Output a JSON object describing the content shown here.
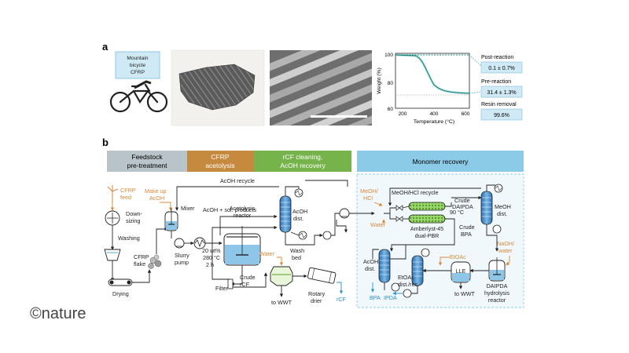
{
  "panel_a": {
    "label": "a",
    "bike_box": [
      "Mountain",
      "bicycle",
      "CFRP"
    ],
    "tga": {
      "ylabel": "Weight (%)",
      "xlabel": "Temperature (°C)",
      "x_ticks": [
        "200",
        "400",
        "600"
      ],
      "y_ticks": [
        "100",
        "80",
        "60"
      ],
      "post_reaction": {
        "label": "Post-reaction",
        "value": "0.1 ± 0.7%"
      },
      "pre_reaction": {
        "label": "Pre-reaction",
        "value": "31.4 ± 1.3%"
      },
      "resin_removal": {
        "label": "Resin removal",
        "value": "99.6%"
      }
    }
  },
  "panel_b": {
    "label": "b",
    "stages": [
      {
        "lines": [
          "Feedstock",
          "pre-treatment"
        ],
        "color": "#b8c4c9"
      },
      {
        "lines": [
          "CFRP",
          "acetolysis"
        ],
        "color": "#c58a3e"
      },
      {
        "lines": [
          "rCF cleaning,",
          "AcOH recovery"
        ],
        "color": "#76b34a"
      },
      {
        "lines": [
          "Monomer recovery"
        ],
        "color": "#8ccbe8"
      }
    ],
    "labels": {
      "cfrp_feed": [
        "CFRP",
        "feed"
      ],
      "make_up": [
        "Make up",
        "AcOH"
      ],
      "acoh_recycle": "AcOH recycle",
      "acoh_sol": "AcOH + sol. products",
      "mixer": "Mixer",
      "downsizing": [
        "Down-",
        "sizing"
      ],
      "washing": "Washing",
      "cfrp_flake": [
        "CFRP",
        "flake"
      ],
      "drying": "Drying",
      "slurry_pump": [
        "Slurry",
        "pump"
      ],
      "reactor": [
        "Acetolysis",
        "reactor"
      ],
      "conditions": [
        "20 wt%",
        "280 °C",
        "2 h"
      ],
      "filter": "Filter",
      "crude_rcf": [
        "Crude",
        "rCF"
      ],
      "water_wash": "Water",
      "wash_bed": [
        "Wash",
        "bed"
      ],
      "to_wwt_1": "to WWT",
      "rotary_drier": [
        "Rotary",
        "drier"
      ],
      "rcf": "rCF",
      "acoh_dist_1": [
        "AcOH",
        "dist."
      ],
      "meoh_hcl_in": [
        "MeOH/",
        "HCl"
      ],
      "meoh_hcl_recycle": "MeOH/HCl recycle",
      "crude_daipda": [
        "Crude",
        "DAIPDA"
      ],
      "temp_90": "90 °C",
      "water_in": "Water",
      "amberlyst": [
        "Amberlyst-45",
        "dual-PBR"
      ],
      "crude_bpa": [
        "Crude",
        "BPA"
      ],
      "meoh_dist": [
        "MeOH",
        "dist."
      ],
      "naoh_water": [
        "NaOH/",
        "water"
      ],
      "acoh_dist_2": [
        "AcOH",
        "dist."
      ],
      "bpa": "BPA",
      "etoac_in": "EtOAc",
      "etoac_dist": [
        "EtOAc",
        "dist./rec."
      ],
      "lle": "LLE",
      "ipda": "IPDA",
      "to_wwt_2": "to WWT",
      "daipda_reactor": [
        "DAIPDA",
        "hydrolysis",
        "reactor"
      ]
    }
  },
  "watermark": "©nature"
}
